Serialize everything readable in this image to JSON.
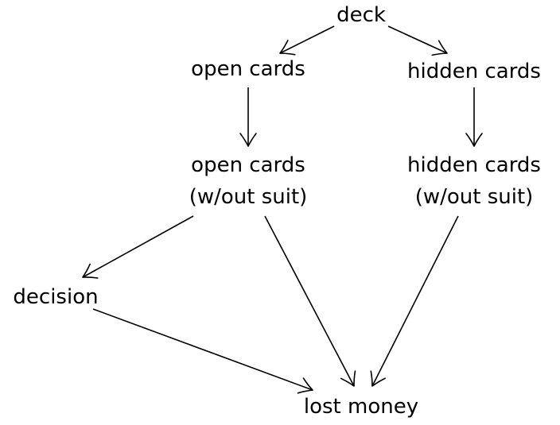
{
  "diagram": {
    "nodes": {
      "deck": {
        "label": "deck"
      },
      "open_cards": {
        "label": "open cards"
      },
      "hidden_cards": {
        "label": "hidden cards"
      },
      "open_cards_wo_suit": {
        "line1": "open cards",
        "line2": "(w/out suit)"
      },
      "hidden_cards_wo_suit": {
        "line1": "hidden cards",
        "line2": "(w/out suit)"
      },
      "decision": {
        "label": "decision"
      },
      "lost_money": {
        "label": "lost money"
      }
    },
    "edges": [
      {
        "from": "deck",
        "to": "open_cards"
      },
      {
        "from": "deck",
        "to": "hidden_cards"
      },
      {
        "from": "open_cards",
        "to": "open_cards_wo_suit"
      },
      {
        "from": "hidden_cards",
        "to": "hidden_cards_wo_suit"
      },
      {
        "from": "open_cards_wo_suit",
        "to": "decision"
      },
      {
        "from": "open_cards_wo_suit",
        "to": "lost_money"
      },
      {
        "from": "hidden_cards_wo_suit",
        "to": "lost_money"
      },
      {
        "from": "decision",
        "to": "lost_money"
      }
    ],
    "colors": {
      "line": "#000000",
      "text": "#000000",
      "background": "#ffffff"
    }
  }
}
